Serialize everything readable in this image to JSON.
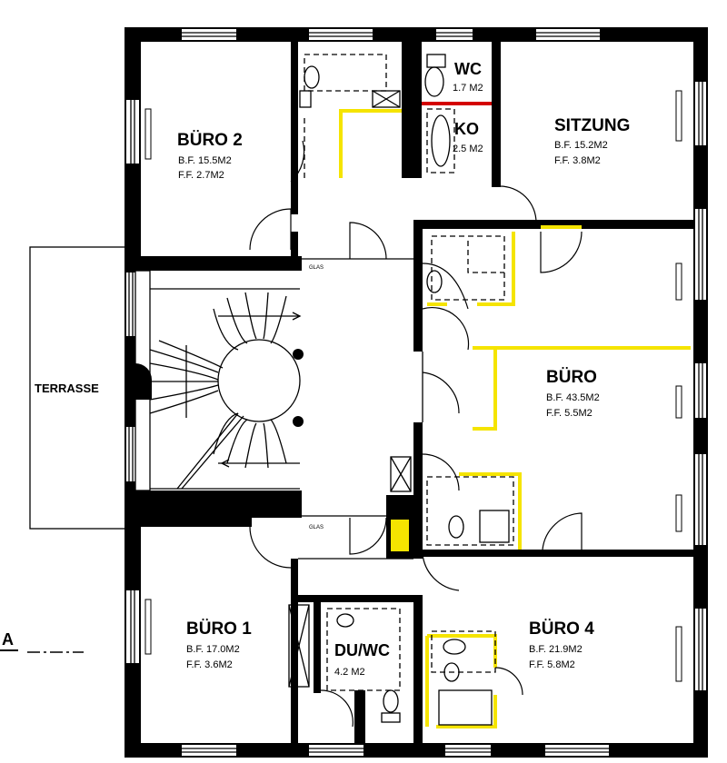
{
  "rooms": {
    "buero2": {
      "name": "BÜRO 2",
      "bf": "B.F. 15.5M2",
      "ff": "F.F.  2.7M2"
    },
    "wc": {
      "name": "WC",
      "area": "1.7 M2"
    },
    "ko": {
      "name": "KO",
      "area": "2.5 M2"
    },
    "sitzung": {
      "name": "SITZUNG",
      "bf": "B.F. 15.2M2",
      "ff": "F.F.  3.8M2"
    },
    "terrasse": {
      "name": "TERRASSE"
    },
    "buero": {
      "name": "BÜRO",
      "bf": "B.F. 43.5M2",
      "ff": "F.F.  5.5M2"
    },
    "buero1": {
      "name": "BÜRO 1",
      "bf": "B.F. 17.0M2",
      "ff": "F.F.  3.6M2"
    },
    "duwc": {
      "name": "DU/WC",
      "area": "4.2 M2"
    },
    "buero4": {
      "name": "BÜRO 4",
      "bf": "B.F. 21.9M2",
      "ff": "F.F.  5.8M2"
    }
  },
  "labels": {
    "glas_top": "GLAS",
    "glas_bottom": "GLAS",
    "section_marker": "A"
  },
  "colors": {
    "wall": "#000000",
    "highlight": "#f5e400",
    "red_line": "#d40000",
    "background": "#ffffff"
  }
}
